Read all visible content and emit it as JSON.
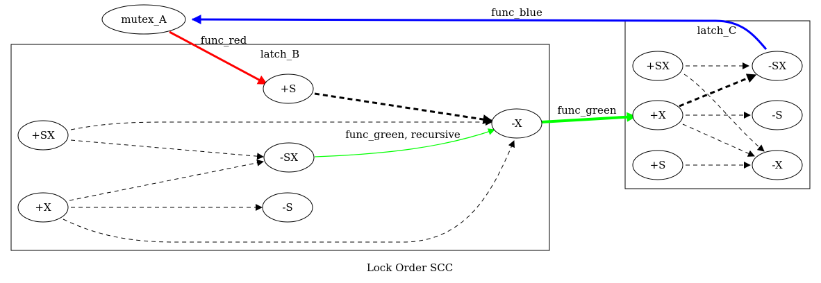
{
  "graph": {
    "title": "Lock Order SCC",
    "clusters": {
      "latch_B": {
        "label": "latch_B"
      },
      "latch_C": {
        "label": "latch_C"
      }
    },
    "nodes": {
      "mutex_A": "mutex_A",
      "B_sx": "+SX",
      "B_x": "+X",
      "B_s": "+S",
      "B_msx": "-SX",
      "B_ms": "-S",
      "B_mx": "-X",
      "C_sx": "+SX",
      "C_x": "+X",
      "C_s": "+S",
      "C_msx": "-SX",
      "C_ms": "-S",
      "C_mx": "-X"
    },
    "edge_labels": {
      "red": "func_red",
      "blue": "func_blue",
      "green": "func_green",
      "green_recursive": "func_green, recursive"
    },
    "edges": [
      {
        "from": "mutex_A",
        "to": "B_s",
        "label": "func_red",
        "color": "#ff0000",
        "style": "bold"
      },
      {
        "from": "C_msx",
        "to": "mutex_A",
        "label": "func_blue",
        "color": "#0000ff",
        "style": "bold"
      },
      {
        "from": "B_mx",
        "to": "C_x",
        "label": "func_green",
        "color": "#00ff00",
        "style": "bold"
      },
      {
        "from": "B_msx",
        "to": "B_mx",
        "label": "func_green, recursive",
        "color": "#00ff00",
        "style": "solid"
      },
      {
        "from": "B_s",
        "to": "B_mx",
        "color": "#000000",
        "style": "bold-dashed"
      },
      {
        "from": "B_sx",
        "to": "B_mx",
        "color": "#000000",
        "style": "dashed"
      },
      {
        "from": "B_sx",
        "to": "B_msx",
        "color": "#000000",
        "style": "dashed"
      },
      {
        "from": "B_x",
        "to": "B_msx",
        "color": "#000000",
        "style": "dashed"
      },
      {
        "from": "B_x",
        "to": "B_ms",
        "color": "#000000",
        "style": "dashed"
      },
      {
        "from": "B_x",
        "to": "B_mx",
        "color": "#000000",
        "style": "dashed"
      },
      {
        "from": "C_x",
        "to": "C_msx",
        "color": "#000000",
        "style": "bold-dashed"
      },
      {
        "from": "C_sx",
        "to": "C_msx",
        "color": "#000000",
        "style": "dashed"
      },
      {
        "from": "C_sx",
        "to": "C_mx",
        "color": "#000000",
        "style": "dashed"
      },
      {
        "from": "C_x",
        "to": "C_ms",
        "color": "#000000",
        "style": "dashed"
      },
      {
        "from": "C_x",
        "to": "C_mx",
        "color": "#000000",
        "style": "dashed"
      },
      {
        "from": "C_s",
        "to": "C_mx",
        "color": "#000000",
        "style": "dashed"
      }
    ]
  }
}
